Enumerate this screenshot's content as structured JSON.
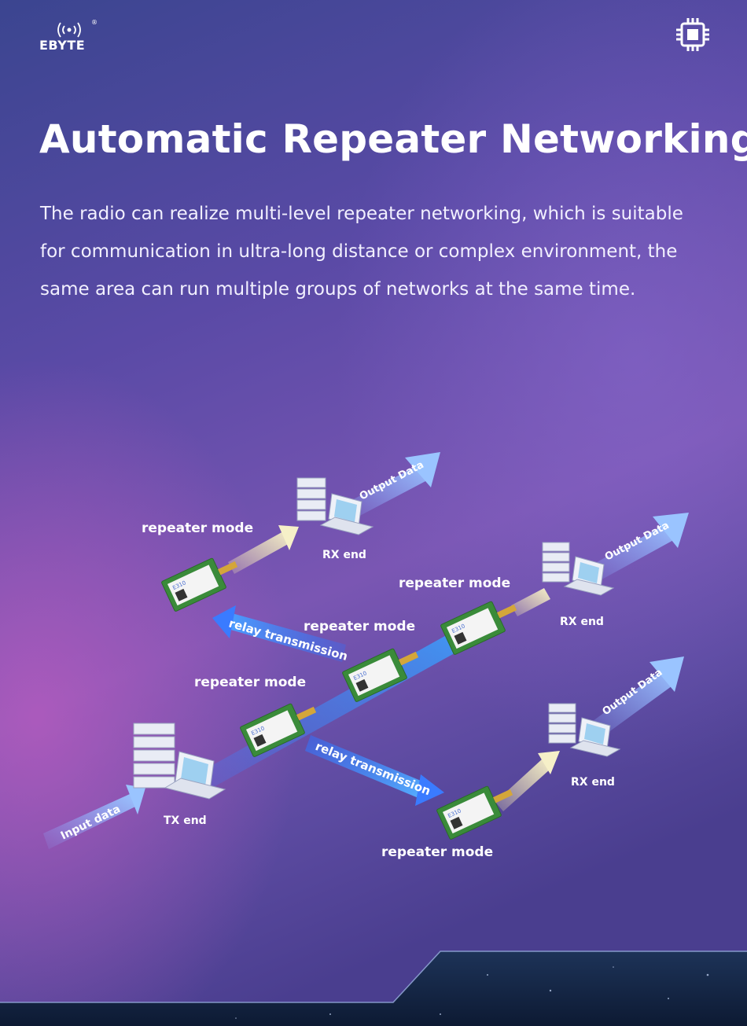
{
  "brand": {
    "name": "EBYTE",
    "reg_mark": "®"
  },
  "header": {
    "chip_icon": "chip-icon"
  },
  "title": "Automatic Repeater Networking",
  "description": "The radio can realize multi-level repeater networking, which is suitable for communication in ultra-long distance or complex environment, the same area can run multiple groups of networks at the same time.",
  "diagram": {
    "repeater_label": "repeater mode",
    "rx_label": "RX end",
    "tx_label": "TX end",
    "output_label": "Output Data",
    "input_label": "Input data",
    "relay_label": "relay transmission",
    "module_text": "E310"
  },
  "colors": {
    "accent": "#2f9bff",
    "background_top": "#3a3a8e",
    "background_mid": "#6a3fa0"
  }
}
